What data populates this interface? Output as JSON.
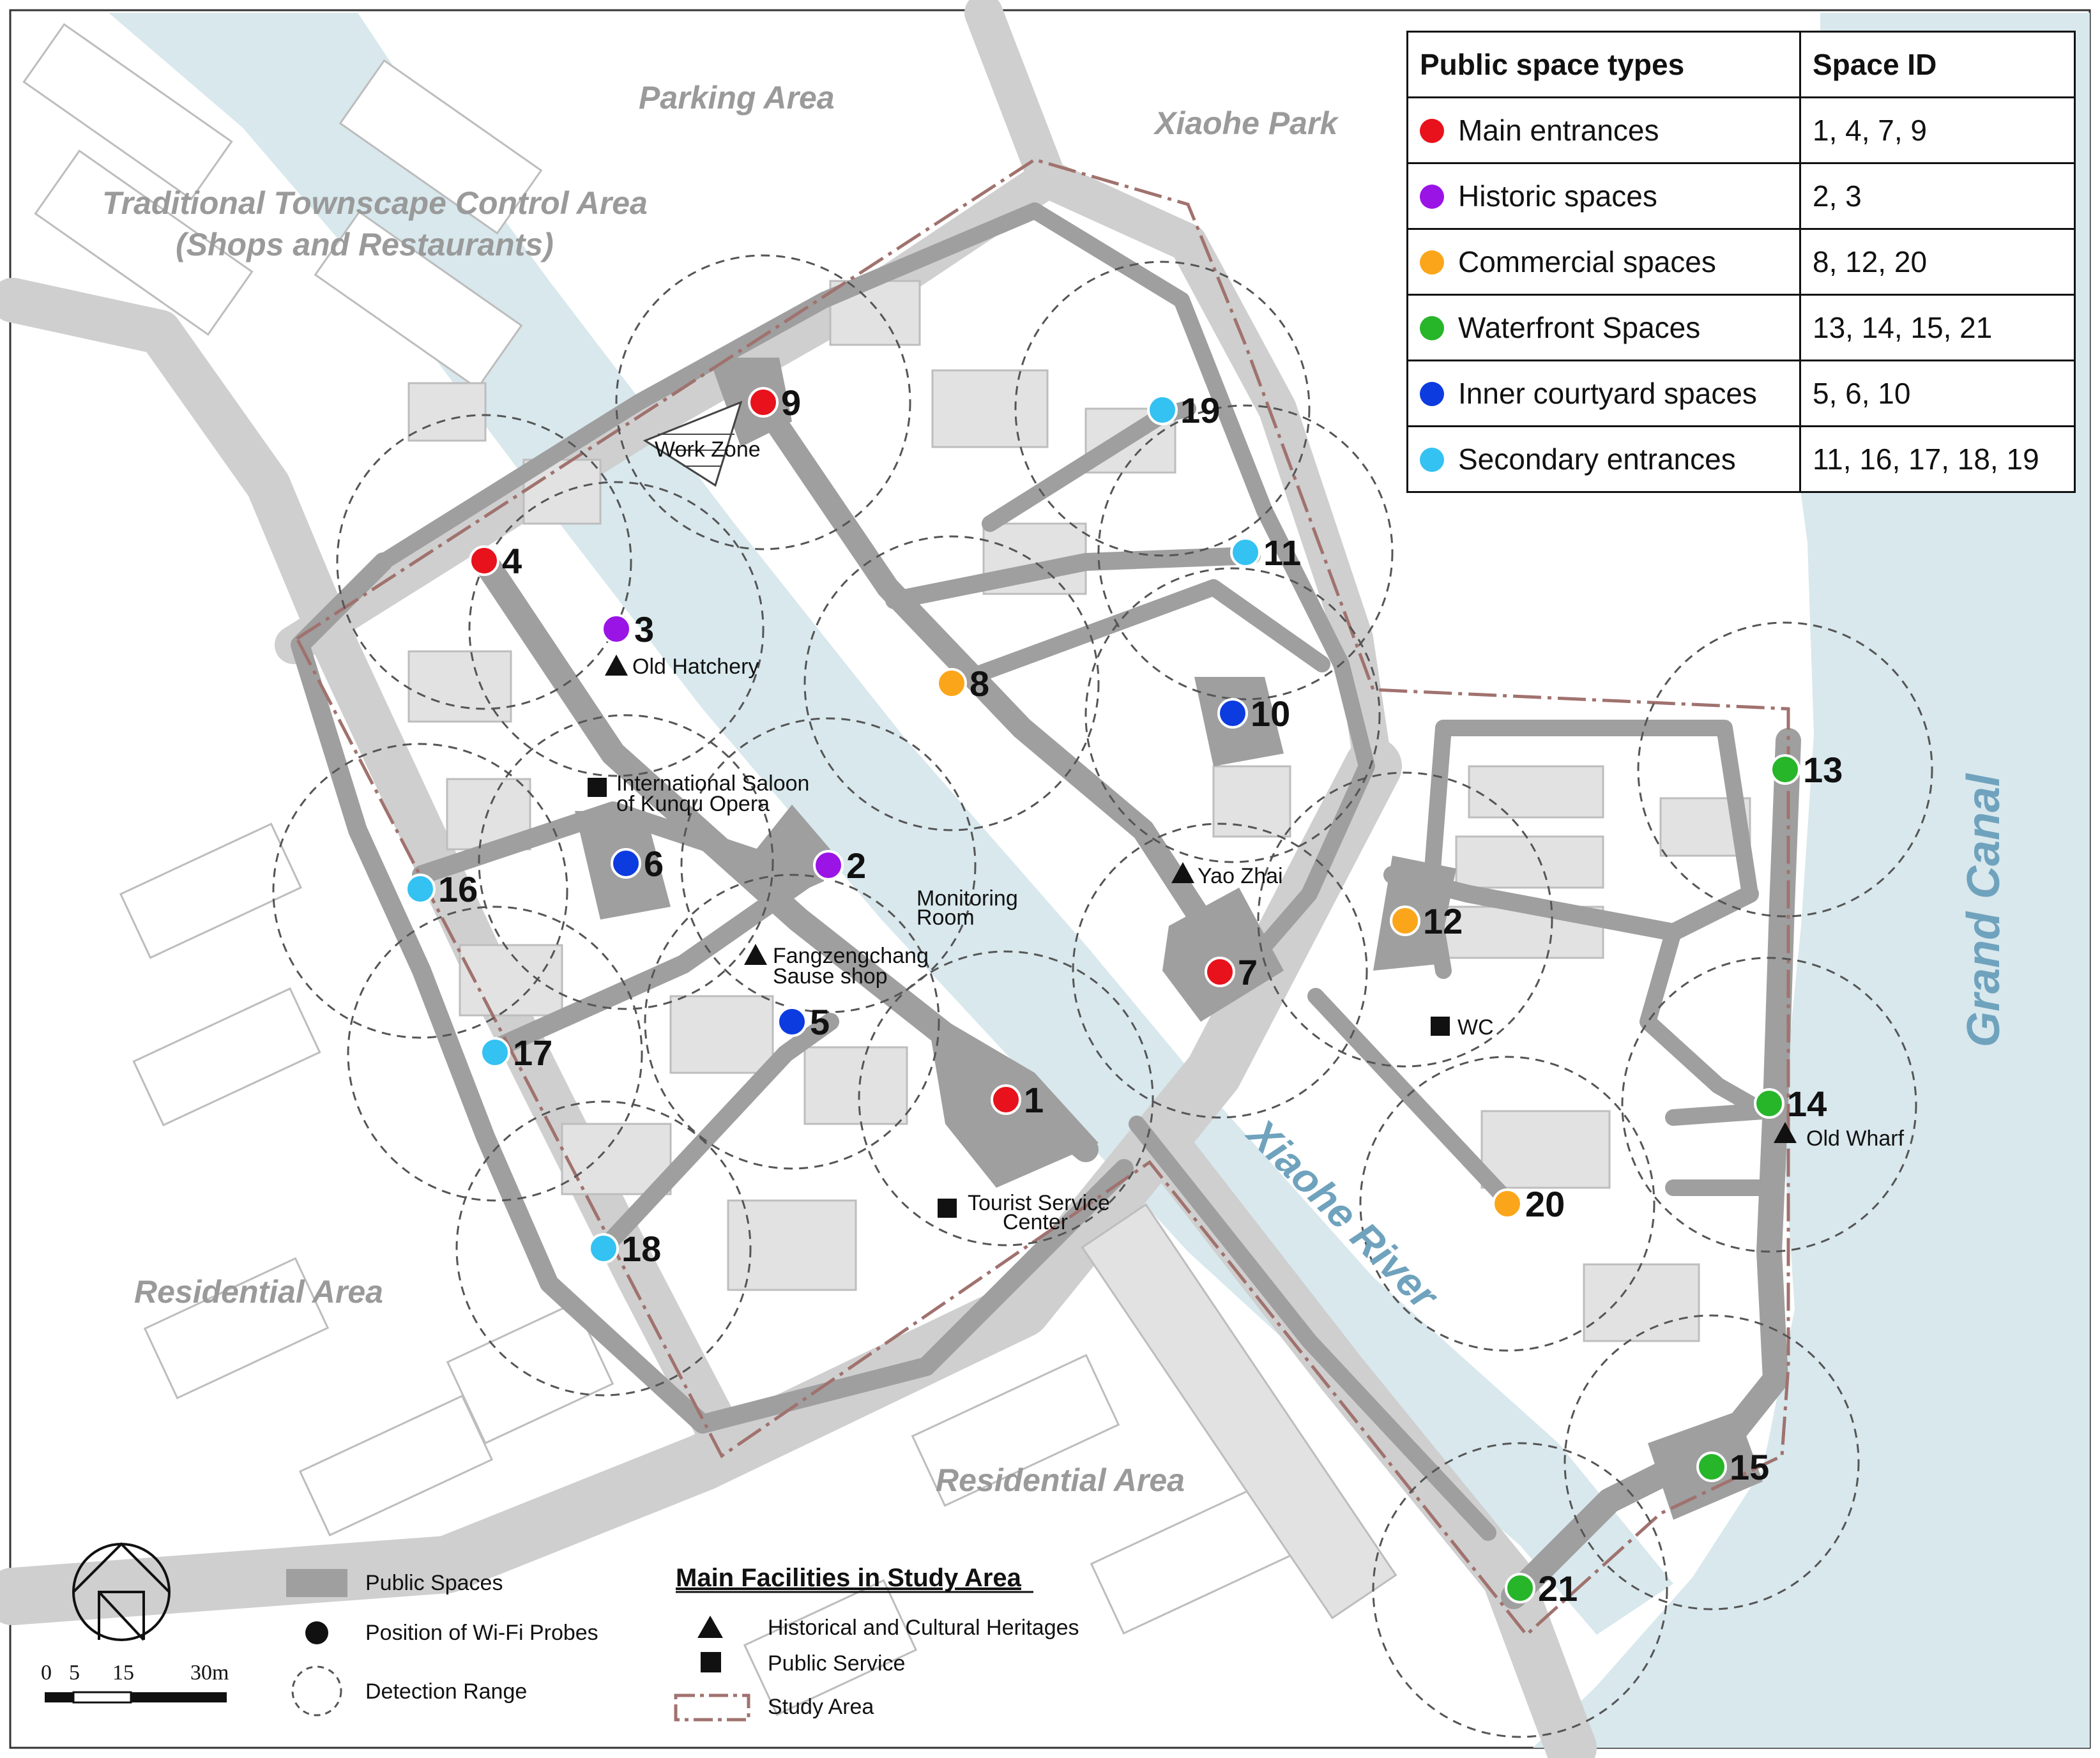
{
  "area_labels": {
    "parking": "Parking Area",
    "park": "Xiaohe Park",
    "townscape_line1": "Traditional Townscape Control Area",
    "townscape_line2": "(Shops and Restaurants)",
    "residential_left": "Residential Area",
    "residential_bottom": "Residential Area",
    "river": "Xiaohe River",
    "canal": "Grand Canal",
    "work_zone": "Work Zone"
  },
  "colors": {
    "main_entrances": "#e8121c",
    "historic_spaces": "#9a14e6",
    "commercial_spaces": "#fba61a",
    "waterfront_spaces": "#27b52a",
    "inner_courtyard_spaces": "#0c3be0",
    "secondary_entrances": "#33c2f2",
    "water": "#d8e8ed",
    "public_space": "#9f9f9f",
    "building": "#e2e2e2",
    "study_area": "#a0726e"
  },
  "table": {
    "header_type": "Public space types",
    "header_id": "Space ID",
    "rows": [
      {
        "type": "Main entrances",
        "ids": "1, 4, 7, 9",
        "color_key": "main_entrances"
      },
      {
        "type": "Historic spaces",
        "ids": "2, 3",
        "color_key": "historic_spaces"
      },
      {
        "type": "Commercial spaces",
        "ids": "8, 12, 20",
        "color_key": "commercial_spaces"
      },
      {
        "type": "Waterfront Spaces",
        "ids": "13, 14, 15, 21",
        "color_key": "waterfront_spaces"
      },
      {
        "type": "Inner courtyard spaces",
        "ids": "5, 6, 10",
        "color_key": "inner_courtyard_spaces"
      },
      {
        "type": "Secondary entrances",
        "ids": "11, 16, 17, 18, 19",
        "color_key": "secondary_entrances"
      }
    ]
  },
  "probes": [
    {
      "id": "1",
      "type": "main_entrances"
    },
    {
      "id": "2",
      "type": "historic_spaces"
    },
    {
      "id": "3",
      "type": "historic_spaces"
    },
    {
      "id": "4",
      "type": "main_entrances"
    },
    {
      "id": "5",
      "type": "inner_courtyard_spaces"
    },
    {
      "id": "6",
      "type": "inner_courtyard_spaces"
    },
    {
      "id": "7",
      "type": "main_entrances"
    },
    {
      "id": "8",
      "type": "commercial_spaces"
    },
    {
      "id": "9",
      "type": "main_entrances"
    },
    {
      "id": "10",
      "type": "inner_courtyard_spaces"
    },
    {
      "id": "11",
      "type": "secondary_entrances"
    },
    {
      "id": "12",
      "type": "commercial_spaces"
    },
    {
      "id": "13",
      "type": "waterfront_spaces"
    },
    {
      "id": "14",
      "type": "waterfront_spaces"
    },
    {
      "id": "15",
      "type": "waterfront_spaces"
    },
    {
      "id": "16",
      "type": "secondary_entrances"
    },
    {
      "id": "17",
      "type": "secondary_entrances"
    },
    {
      "id": "18",
      "type": "secondary_entrances"
    },
    {
      "id": "19",
      "type": "secondary_entrances"
    },
    {
      "id": "20",
      "type": "commercial_spaces"
    },
    {
      "id": "21",
      "type": "waterfront_spaces"
    }
  ],
  "facilities": [
    {
      "name": "Old Hatchery",
      "kind": "heritage"
    },
    {
      "name": "International Saloon",
      "name2": "of Kunqu Opera",
      "kind": "service"
    },
    {
      "name": "Monitoring",
      "name2": "Room",
      "kind": "label"
    },
    {
      "name": "Fangzengchang",
      "name2": "Sause shop",
      "kind": "heritage"
    },
    {
      "name": "Tourist Service",
      "name2": "Center",
      "kind": "service"
    },
    {
      "name": "Yao Zhai",
      "kind": "heritage"
    },
    {
      "name": "WC",
      "kind": "service"
    },
    {
      "name": "Old Wharf",
      "kind": "heritage"
    }
  ],
  "legend": {
    "public_spaces": "Public Spaces",
    "wifi_probes": "Position of Wi-Fi Probes",
    "detection_range": "Detection Range",
    "facilities_title": "Main Facilities in Study Area",
    "heritage": "Historical and Cultural Heritages",
    "public_service": "Public Service",
    "study_area": "Study Area"
  },
  "scale_bar": {
    "ticks": [
      "0",
      "5",
      "15",
      "30m"
    ]
  }
}
